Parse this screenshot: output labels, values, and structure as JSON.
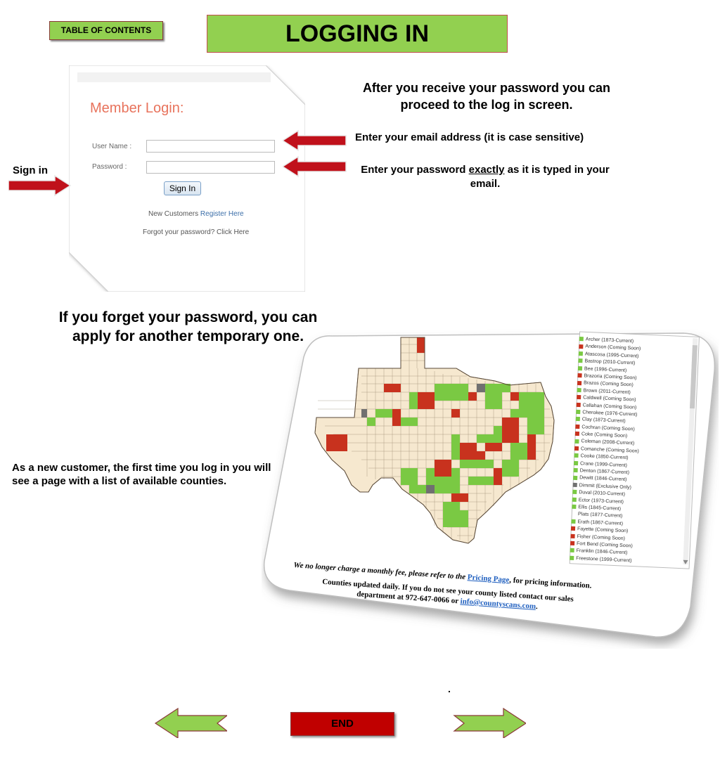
{
  "header": {
    "toc_label": "TABLE OF CONTENTS",
    "title": "LOGGING IN"
  },
  "login": {
    "heading": "Member Login:",
    "username_label": "User Name :",
    "password_label": "Password :",
    "signin_button": "Sign In",
    "new_customers_prefix": "New Customers",
    "register_link": "Register Here",
    "forgot_text": "Forgot your password? Click Here"
  },
  "callouts": {
    "sign_in": "Sign in",
    "after_receive": "After you receive your password you can proceed to the log in screen.",
    "email_hint": "Enter your email address (it is case sensitive)",
    "password_hint_prefix": "Enter your password",
    "password_hint_emph": "exactly",
    "password_hint_suffix": "as it is typed in your email.",
    "forget_password": "If you forget your password, you can apply for another temporary one.",
    "new_customer": "As a new customer, the first time you log in you will see a page with a list of available counties."
  },
  "map_panel": {
    "legend": [
      {
        "label": "Archer (1873-Current)",
        "status": "green"
      },
      {
        "label": "Anderson (Coming Soon)",
        "status": "red"
      },
      {
        "label": "Atascosa (1995-Current)",
        "status": "green"
      },
      {
        "label": "Bastrop (2010-Current)",
        "status": "green"
      },
      {
        "label": "Bee (1996-Current)",
        "status": "green"
      },
      {
        "label": "Brazoria (Coming Soon)",
        "status": "red"
      },
      {
        "label": "Brazos (Coming Soon)",
        "status": "red"
      },
      {
        "label": "Brown (2011-Current)",
        "status": "green"
      },
      {
        "label": "Caldwell (Coming Soon)",
        "status": "red"
      },
      {
        "label": "Callahan (Coming Soon)",
        "status": "red"
      },
      {
        "label": "Cherokee (1976-Current)",
        "status": "green"
      },
      {
        "label": "Clay (1873-Current)",
        "status": "green"
      },
      {
        "label": "Cochran (Coming Soon)",
        "status": "red"
      },
      {
        "label": "Coke (Coming Soon)",
        "status": "red"
      },
      {
        "label": "Coleman (2008-Current)",
        "status": "green"
      },
      {
        "label": "Comanche (Coming Soon)",
        "status": "red"
      },
      {
        "label": "Cooke (1850-Current)",
        "status": "green"
      },
      {
        "label": "Crane (1999-Current)",
        "status": "green"
      },
      {
        "label": "Denton (1867-Current)",
        "status": "green"
      },
      {
        "label": "Dewitt (1846-Current)",
        "status": "green"
      },
      {
        "label": "Dimmit (Exclusive Only)",
        "status": "gray"
      },
      {
        "label": "Duval (2010-Current)",
        "status": "green"
      },
      {
        "label": "Ector (1973-Current)",
        "status": "green"
      },
      {
        "label": "Ellis (1845-Current)",
        "status": "green"
      },
      {
        "label": "Plats (1877-Current)",
        "status": "none"
      },
      {
        "label": "Erath (1867-Current)",
        "status": "green"
      },
      {
        "label": "Fayette (Coming Soon)",
        "status": "red"
      },
      {
        "label": "Fisher (Coming Soon)",
        "status": "red"
      },
      {
        "label": "Fort Bend (Coming Soon)",
        "status": "red"
      },
      {
        "label": "Franklin (1846-Current)",
        "status": "green"
      },
      {
        "label": "Freestone (1999-Current)",
        "status": "green"
      }
    ],
    "fee_prefix": "We no longer charge a monthly fee, please refer to the",
    "pricing_link": "Pricing Page",
    "fee_suffix": ", for pricing information.",
    "updated_text": "Counties updated daily. If you do not see your county listed contact our sales department at 972-647-0066 or",
    "email_link": "info@countyscans.com",
    "email_suffix": "."
  },
  "footer": {
    "dot": ".",
    "end_label": "END"
  },
  "colors": {
    "accent_green": "#92d050",
    "end_red": "#c00000",
    "arrow_red": "#c0111b",
    "county_green": "#7ac943",
    "county_red": "#c8321e",
    "county_gray": "#707070",
    "county_beige": "#f6e8cf"
  }
}
